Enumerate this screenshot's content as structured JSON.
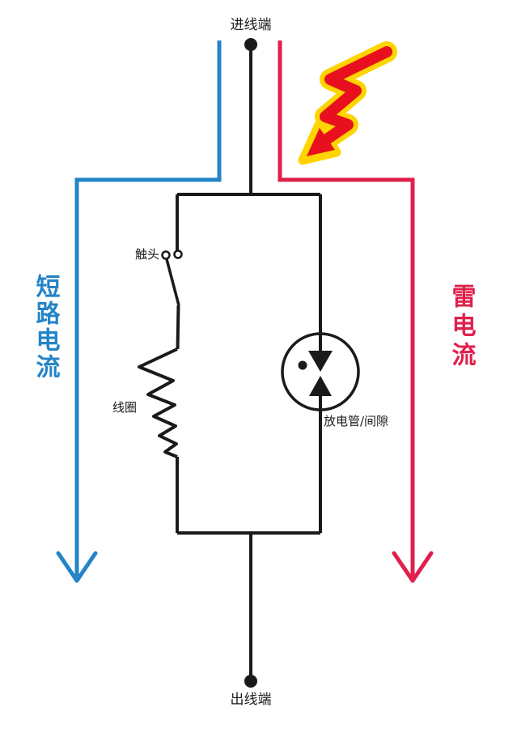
{
  "diagram": {
    "background": "#ffffff",
    "colors": {
      "circuit": "#1a1a1a",
      "short_circuit": "#2484C8",
      "lightning": "#E0204C",
      "bolt_fill": "#E8101E",
      "bolt_outline": "#FFD400",
      "contact_fill": "#ffffff"
    },
    "terminals": {
      "input": "进线端",
      "output": "出线端"
    },
    "components": {
      "contact": "触头",
      "coil": "线圈",
      "discharge_tube": "放电管/间隙"
    },
    "currents": {
      "short_circuit": {
        "label": "短路电流",
        "color": "#2484C8"
      },
      "lightning": {
        "label": "雷电流",
        "color": "#E0204C"
      }
    }
  }
}
